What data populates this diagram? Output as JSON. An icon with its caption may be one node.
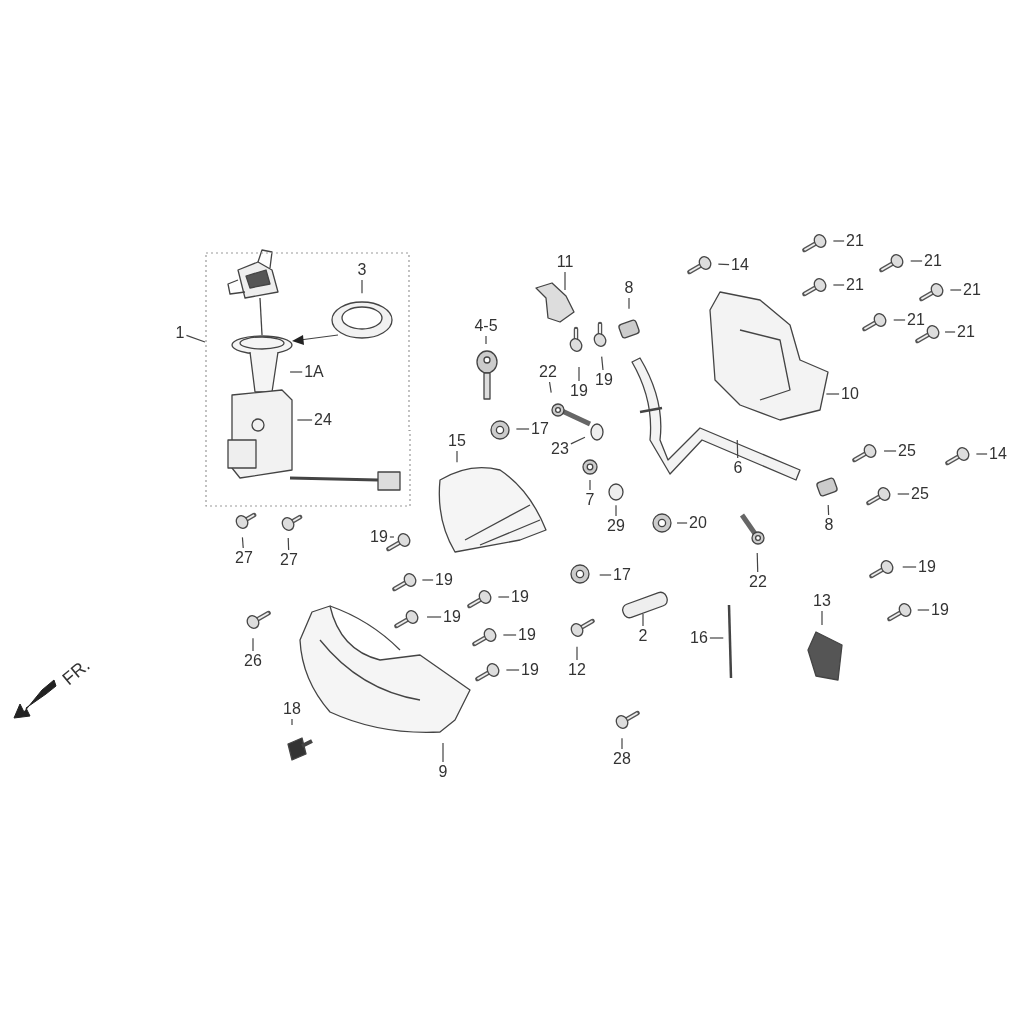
{
  "diagram": {
    "nodes": [
      {
        "text": [],
        "shape": "box"
      },
      {
        "text": [
          "1"
        ]
      },
      {
        "text": [
          "3"
        ],
        "in": 0
      },
      {
        "text": [
          "1A"
        ],
        "in": 0
      },
      {
        "text": [
          "24"
        ],
        "in": 0
      },
      {
        "text": [
          "11"
        ]
      },
      {
        "text": [
          "4-5"
        ]
      },
      {
        "text": [
          "8"
        ]
      },
      {
        "text": [
          "14"
        ]
      },
      {
        "text": [
          "21"
        ]
      },
      {
        "text": [
          "21"
        ]
      },
      {
        "text": [
          "21"
        ]
      },
      {
        "text": [
          "21"
        ]
      },
      {
        "text": [
          "21"
        ]
      },
      {
        "text": [
          "21"
        ]
      },
      {
        "text": [
          "22"
        ]
      },
      {
        "text": [
          "19"
        ]
      },
      {
        "text": [
          "19"
        ]
      },
      {
        "text": [
          "17"
        ]
      },
      {
        "text": [
          "23"
        ]
      },
      {
        "text": [
          "15"
        ]
      },
      {
        "text": [
          "10"
        ]
      },
      {
        "text": [
          "6"
        ]
      },
      {
        "text": [
          "7"
        ]
      },
      {
        "text": [
          "29"
        ]
      },
      {
        "text": [
          "20"
        ]
      },
      {
        "text": [
          "25"
        ]
      },
      {
        "text": [
          "14"
        ]
      },
      {
        "text": [
          "25"
        ]
      },
      {
        "text": [
          "8"
        ]
      },
      {
        "text": [
          "22"
        ]
      },
      {
        "text": [
          "27"
        ]
      },
      {
        "text": [
          "27"
        ]
      },
      {
        "text": [
          "19"
        ]
      },
      {
        "text": [
          "19"
        ]
      },
      {
        "text": [
          "17"
        ]
      },
      {
        "text": [
          "19"
        ]
      },
      {
        "text": [
          "19"
        ]
      },
      {
        "text": [
          "19"
        ]
      },
      {
        "text": [
          "19"
        ]
      },
      {
        "text": [
          "19"
        ]
      },
      {
        "text": [
          "19"
        ]
      },
      {
        "text": [
          "2"
        ]
      },
      {
        "text": [
          "13"
        ]
      },
      {
        "text": [
          "16"
        ]
      },
      {
        "text": [
          "12"
        ]
      },
      {
        "text": [
          "26"
        ]
      },
      {
        "text": [
          "18"
        ]
      },
      {
        "text": [
          "9"
        ]
      },
      {
        "text": [
          "28"
        ]
      }
    ],
    "edges": [
      {
        "from": 1,
        "to": 0,
        "arrow": "none"
      },
      {
        "from": 2,
        "to": null,
        "arrow": "none"
      },
      {
        "from": 3,
        "to": null,
        "arrow": "none"
      },
      {
        "from": 4,
        "to": null,
        "arrow": "none"
      },
      {
        "from": 5,
        "to": null,
        "arrow": "none"
      },
      {
        "from": 6,
        "to": null,
        "arrow": "none"
      },
      {
        "from": 7,
        "to": null,
        "arrow": "none"
      },
      {
        "from": 8,
        "to": null,
        "arrow": "none"
      },
      {
        "from": 9,
        "to": null,
        "arrow": "none"
      },
      {
        "from": 10,
        "to": null,
        "arrow": "none"
      },
      {
        "from": 11,
        "to": null,
        "arrow": "none"
      },
      {
        "from": 12,
        "to": null,
        "arrow": "none"
      },
      {
        "from": 13,
        "to": null,
        "arrow": "none"
      },
      {
        "from": 14,
        "to": null,
        "arrow": "none"
      },
      {
        "from": 15,
        "to": null,
        "arrow": "none"
      },
      {
        "from": 16,
        "to": null,
        "arrow": "none"
      },
      {
        "from": 17,
        "to": null,
        "arrow": "none"
      },
      {
        "from": 18,
        "to": null,
        "arrow": "none"
      },
      {
        "from": 19,
        "to": null,
        "arrow": "none"
      },
      {
        "from": 20,
        "to": null,
        "arrow": "none"
      },
      {
        "from": 21,
        "to": null,
        "arrow": "none"
      },
      {
        "from": 22,
        "to": null,
        "arrow": "none"
      },
      {
        "from": 23,
        "to": null,
        "arrow": "none"
      },
      {
        "from": 24,
        "to": null,
        "arrow": "none"
      },
      {
        "from": 25,
        "to": null,
        "arrow": "none"
      },
      {
        "from": 26,
        "to": null,
        "arrow": "none"
      },
      {
        "from": 27,
        "to": null,
        "arrow": "none"
      },
      {
        "from": 28,
        "to": null,
        "arrow": "none"
      },
      {
        "from": 29,
        "to": null,
        "arrow": "none"
      },
      {
        "from": 30,
        "to": null,
        "arrow": "none"
      },
      {
        "from": 31,
        "to": null,
        "arrow": "none"
      },
      {
        "from": 32,
        "to": null,
        "arrow": "none"
      },
      {
        "from": 33,
        "to": null,
        "arrow": "none"
      },
      {
        "from": 34,
        "to": null,
        "arrow": "none"
      },
      {
        "from": 35,
        "to": null,
        "arrow": "none"
      },
      {
        "from": 36,
        "to": null,
        "arrow": "none"
      },
      {
        "from": 37,
        "to": null,
        "arrow": "none"
      },
      {
        "from": 38,
        "to": null,
        "arrow": "none"
      },
      {
        "from": 39,
        "to": null,
        "arrow": "none"
      },
      {
        "from": 40,
        "to": null,
        "arrow": "none"
      },
      {
        "from": 41,
        "to": null,
        "arrow": "none"
      },
      {
        "from": 42,
        "to": null,
        "arrow": "none"
      },
      {
        "from": 43,
        "to": null,
        "arrow": "none"
      },
      {
        "from": 44,
        "to": null,
        "arrow": "none"
      },
      {
        "from": 45,
        "to": null,
        "arrow": "none"
      },
      {
        "from": 46,
        "to": null,
        "arrow": "none"
      },
      {
        "from": 47,
        "to": null,
        "arrow": "none"
      },
      {
        "from": 48,
        "to": null,
        "arrow": "none"
      },
      {
        "from": 49,
        "to": null,
        "arrow": "none"
      }
    ],
    "labels": [
      "FR."
    ]
  }
}
